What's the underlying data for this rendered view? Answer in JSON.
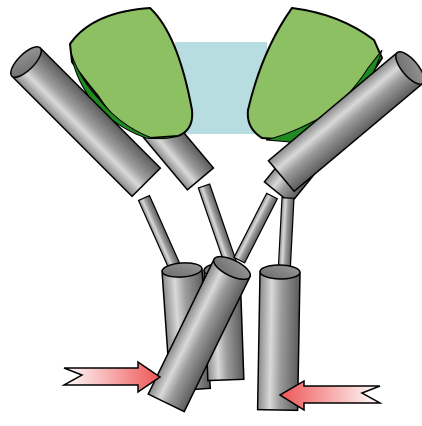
{
  "diagram": {
    "kind": "mechanical-illustration",
    "colors": {
      "background": "#ffffff",
      "cylinder_dark": "#5c5c5c",
      "cylinder_mid": "#9c9c9c",
      "cylinder_light": "#d9d9d9",
      "cylinder_outline": "#000000",
      "pad_green": "#8dbf63",
      "pad_green_dark": "#1f8a1f",
      "gap_fill": "#b8dde0",
      "arrow_fill_start": "#ee5555",
      "arrow_fill_end": "#ffffff"
    },
    "icons": [
      "left-force-arrow",
      "right-force-arrow"
    ]
  }
}
